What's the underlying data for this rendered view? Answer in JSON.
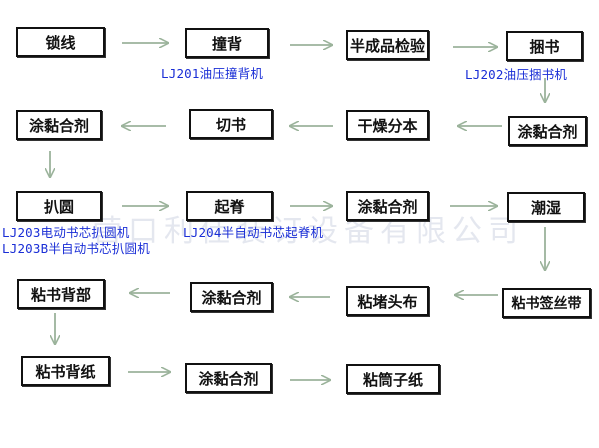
{
  "watermark": "营口利佳装订设备有限公司",
  "colors": {
    "arrow": "#9bb39b",
    "label": "#1a2ed6",
    "box_border": "#111111"
  },
  "steps": [
    {
      "id": "s1",
      "text": "锁线"
    },
    {
      "id": "s2",
      "text": "撞背"
    },
    {
      "id": "s3",
      "text": "半成品检验"
    },
    {
      "id": "s4",
      "text": "捆书"
    },
    {
      "id": "s5",
      "text": "涂黏合剂"
    },
    {
      "id": "s6",
      "text": "干燥分本"
    },
    {
      "id": "s7",
      "text": "切书"
    },
    {
      "id": "s8",
      "text": "涂黏合剂"
    },
    {
      "id": "s9",
      "text": "扒圆"
    },
    {
      "id": "s10",
      "text": "起脊"
    },
    {
      "id": "s11",
      "text": "涂黏合剂"
    },
    {
      "id": "s12",
      "text": "潮湿"
    },
    {
      "id": "s13",
      "text": "粘书签丝带"
    },
    {
      "id": "s14",
      "text": "粘堵头布"
    },
    {
      "id": "s15",
      "text": "涂黏合剂"
    },
    {
      "id": "s16",
      "text": "粘书背部"
    },
    {
      "id": "s17",
      "text": "粘书背纸"
    },
    {
      "id": "s18",
      "text": "涂黏合剂"
    },
    {
      "id": "s19",
      "text": "粘筒子纸"
    }
  ],
  "machines": [
    {
      "id": "m1",
      "text": "LJ201油压撞背机"
    },
    {
      "id": "m2",
      "text": "LJ202油压捆书机"
    },
    {
      "id": "m3",
      "text": "LJ203电动书芯扒圆机"
    },
    {
      "id": "m4",
      "text": "LJ203B半自动书芯扒圆机"
    },
    {
      "id": "m5",
      "text": "LJ204半自动书芯起脊机"
    }
  ]
}
